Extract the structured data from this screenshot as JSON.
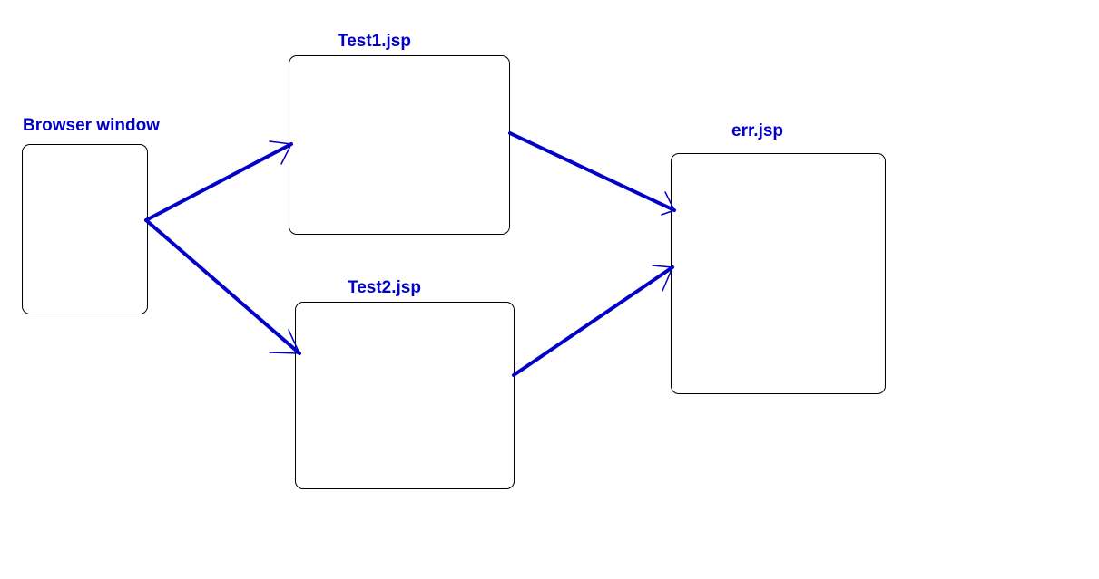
{
  "theme": {
    "label_color": "#0000c8",
    "arrow_color": "#0000c8",
    "box_border_color": "#000000"
  },
  "nodes": {
    "browser": {
      "label": "Browser window"
    },
    "test1": {
      "label": "Test1.jsp"
    },
    "test2": {
      "label": "Test2.jsp"
    },
    "err": {
      "label": "err.jsp"
    }
  },
  "edges": [
    {
      "from": "Browser window",
      "to": "Test1.jsp"
    },
    {
      "from": "Browser window",
      "to": "Test2.jsp"
    },
    {
      "from": "Test1.jsp",
      "to": "err.jsp"
    },
    {
      "from": "Test2.jsp",
      "to": "err.jsp"
    }
  ]
}
